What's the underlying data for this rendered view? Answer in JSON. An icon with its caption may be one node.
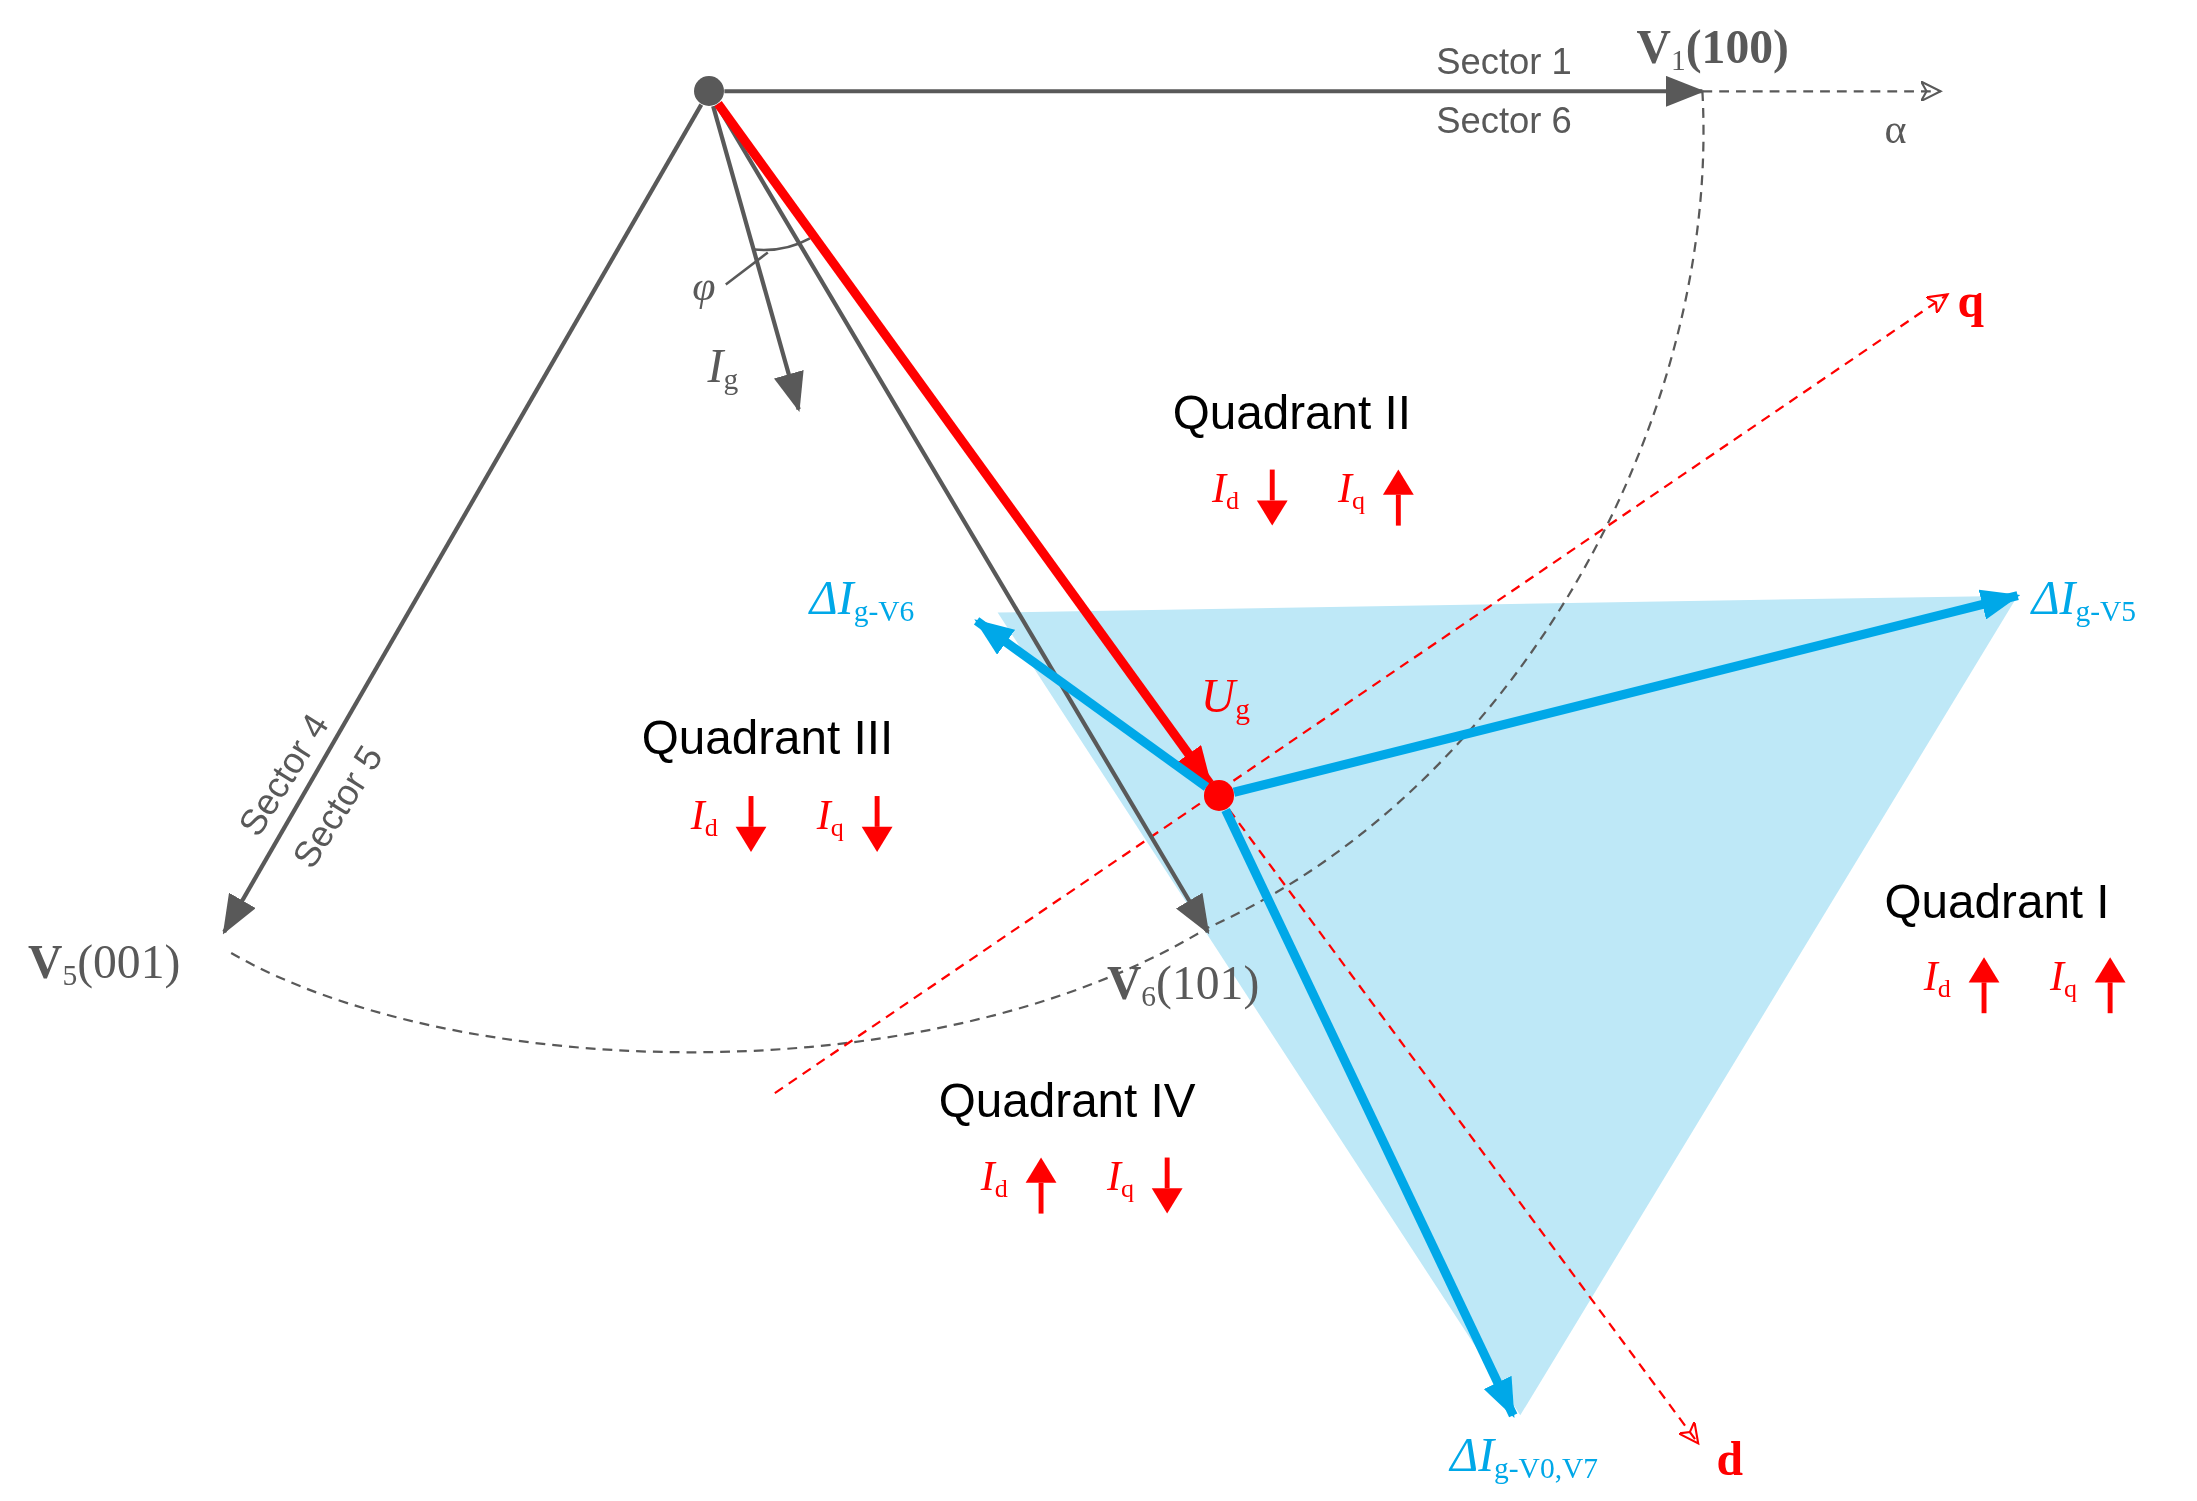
{
  "diagram": {
    "nodes": [
      {
        "text": [],
        "shape": "circle"
      },
      {
        "text": [
          "V$_{1}$(100)"
        ]
      },
      {
        "text": [
          "**V**$_{5}$(001)"
        ]
      },
      {
        "text": [
          "**V**$_{6}$(101)"
        ]
      },
      {
        "text": [
          "*I*$_{g}$"
        ]
      },
      {
        "text": [],
        "shape": "circle",
        "beside": [
          "*U*$_{g}$"
        ]
      },
      {
        "text": [
          "*ΔI*$_{g-V6}$"
        ]
      },
      {
        "text": [
          "*ΔI*$_{g-V5}$"
        ]
      },
      {
        "text": [
          "*ΔI*$_{g-V0,V7}$"
        ]
      }
    ],
    "edges": [
      {
        "from": 0,
        "to": 1,
        "arrow": "to"
      },
      {
        "from": 0,
        "to": 2,
        "arrow": "to"
      },
      {
        "from": 0,
        "to": 3,
        "arrow": "to"
      },
      {
        "from": 0,
        "to": 4,
        "arrow": "to"
      },
      {
        "from": 0,
        "to": 5,
        "arrow": "to",
        "style": "thick",
        "color": "#ff0000"
      },
      {
        "from": 5,
        "to": 6,
        "arrow": "to",
        "style": "thick",
        "color": "#00a8e8"
      },
      {
        "from": 5,
        "to": 7,
        "arrow": "to",
        "style": "thick",
        "color": "#00a8e8"
      },
      {
        "from": 5,
        "to": 8,
        "arrow": "to",
        "style": "thick",
        "color": "#00a8e8"
      }
    ],
    "labels": [
      "Sector 1",
      "Sector 6",
      "α",
      "q",
      "φ",
      "Quadrant II",
      "*I*$_{d}$",
      "*I*$_{q}$",
      "Quadrant III",
      "Sector 4",
      "Sector 5",
      "*I*$_{d}$",
      "*I*$_{q}$",
      "Quadrant I",
      "*I*$_{d}$",
      "*I*$_{q}$",
      "Quadrant IV",
      "*I*$_{d}$",
      "*I*$_{q}$",
      "d"
    ]
  }
}
